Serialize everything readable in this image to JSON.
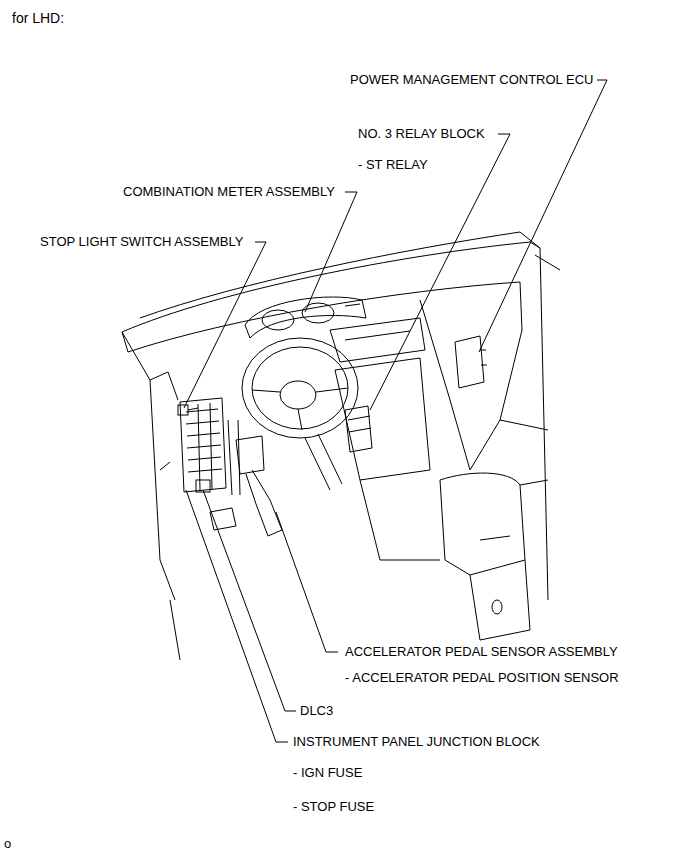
{
  "diagram": {
    "title": "for LHD:",
    "labels": [
      "POWER MANAGEMENT CONTROL ECU",
      "NO. 3 RELAY BLOCK",
      "- ST RELAY",
      "COMBINATION METER ASSEMBLY",
      "STOP LIGHT SWITCH ASSEMBLY",
      "ACCELERATOR PEDAL SENSOR ASSEMBLY",
      "- ACCELERATOR PEDAL POSITION SENSOR",
      "DLC3",
      "INSTRUMENT PANEL JUNCTION BLOCK",
      "- IGN FUSE",
      "- STOP FUSE",
      "o"
    ]
  }
}
